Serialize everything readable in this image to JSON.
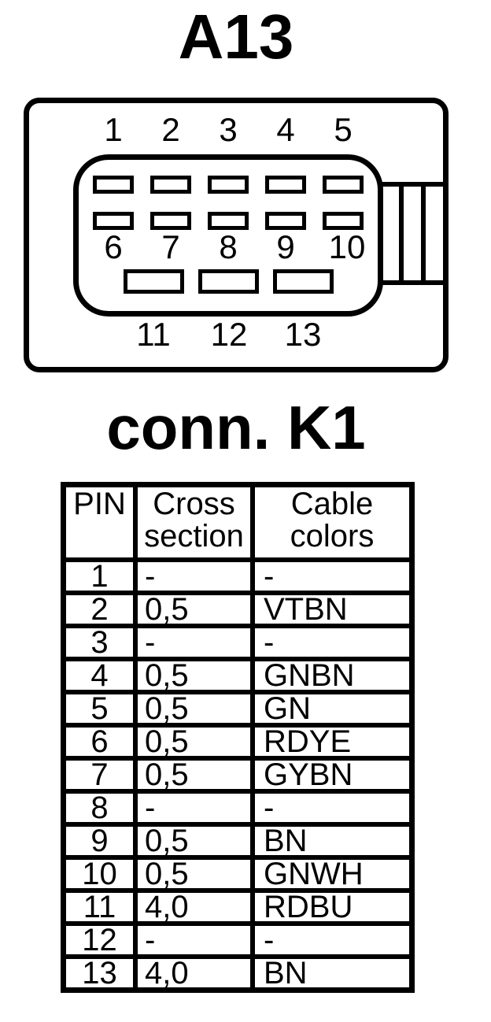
{
  "connector": {
    "title": "A13",
    "top_pin_labels": [
      "1",
      "2",
      "3",
      "4",
      "5"
    ],
    "middle_pin_labels": [
      "6",
      "7",
      "8",
      "9",
      "10"
    ],
    "bottom_pin_labels": [
      "11",
      "12",
      "13"
    ]
  },
  "table": {
    "title": "conn. K1",
    "headers": [
      "PIN",
      "Cross section",
      "Cable colors"
    ],
    "rows": [
      {
        "pin": "1",
        "cross": "-",
        "color": "-"
      },
      {
        "pin": "2",
        "cross": "0,5",
        "color": "VTBN"
      },
      {
        "pin": "3",
        "cross": "-",
        "color": "-"
      },
      {
        "pin": "4",
        "cross": "0,5",
        "color": "GNBN"
      },
      {
        "pin": "5",
        "cross": "0,5",
        "color": "GN"
      },
      {
        "pin": "6",
        "cross": "0,5",
        "color": "RDYE"
      },
      {
        "pin": "7",
        "cross": "0,5",
        "color": "GYBN"
      },
      {
        "pin": "8",
        "cross": "-",
        "color": "-"
      },
      {
        "pin": "9",
        "cross": "0,5",
        "color": "BN"
      },
      {
        "pin": "10",
        "cross": "0,5",
        "color": "GNWH"
      },
      {
        "pin": "11",
        "cross": "4,0",
        "color": "RDBU"
      },
      {
        "pin": "12",
        "cross": "-",
        "color": "-"
      },
      {
        "pin": "13",
        "cross": "4,0",
        "color": "BN"
      }
    ]
  },
  "colors": {
    "ink": "#000000",
    "background": "#ffffff"
  }
}
